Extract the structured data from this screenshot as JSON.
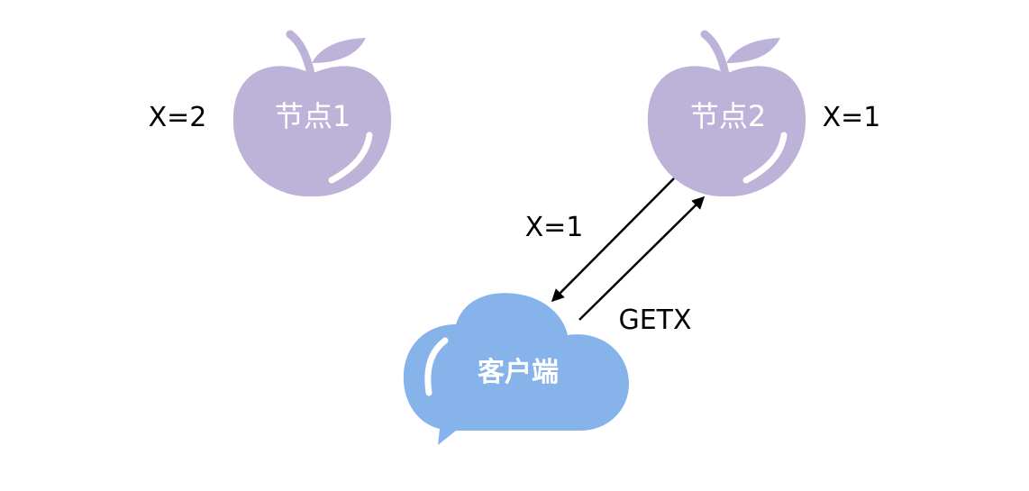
{
  "nodes": [
    {
      "label": "节点1",
      "value": "X=2"
    },
    {
      "label": "节点2",
      "value": "X=1"
    }
  ],
  "client": {
    "label": "客户端"
  },
  "messages": {
    "response": "X=1",
    "request": "GETX"
  },
  "colors": {
    "node_fill": "#bdb3d9",
    "client_fill": "#85b3ea",
    "highlight": "#ffffff",
    "ink": "#000000"
  }
}
